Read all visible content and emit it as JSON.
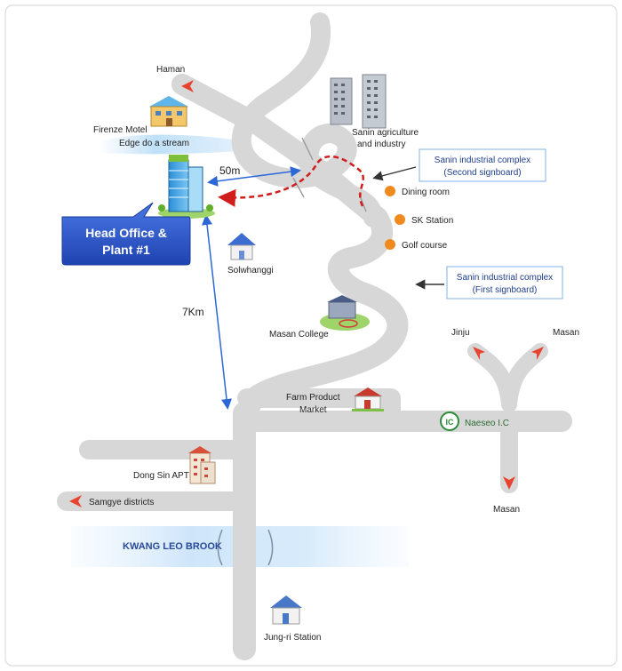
{
  "colors": {
    "road": "#d7d7d7",
    "route": "#d21d1d",
    "distance_line": "#2d66d6",
    "poi_dot": "#f08a1e",
    "head_office_bg": "#2d55c8",
    "interchange": "#2e8b3a",
    "arrow_red": "#e8432e",
    "sign_border": "#7fb3e6"
  },
  "places": {
    "haman": "Haman",
    "firenze_motel": "Firenze Motel",
    "edge_stream": "Edge do a stream",
    "sanin_agri_line1": "Sanin agriculture",
    "sanin_agri_line2": "and industry",
    "solwhanggi": "Solwhanggi",
    "masan_college": "Masan College",
    "farm_market_line1": "Farm Product",
    "farm_market_line2": "Market",
    "jinju": "Jinju",
    "masan_top": "Masan",
    "masan_bottom": "Masan",
    "naeseo_ic": "Naeseo I.C",
    "ic_badge": "IC",
    "dong_sin_apt": "Dong Sin APT",
    "samgye": "Samgye districts",
    "kwang_leo_brook": "KWANG LEO BROOK",
    "jung_ri_station": "Jung-ri Station"
  },
  "head_office": {
    "line1": "Head Office &",
    "line2": "Plant #1"
  },
  "distances": {
    "short": "50m",
    "long": "7Km"
  },
  "signboards": {
    "second": {
      "line1": "Sanin industrial complex",
      "line2": "(Second signboard)"
    },
    "first": {
      "line1": "Sanin industrial complex",
      "line2": "(First signboard)"
    }
  },
  "pois": [
    {
      "label": "Dining room"
    },
    {
      "label": "SK Station"
    },
    {
      "label": "Golf course"
    }
  ],
  "icons": {
    "office_building": "office-building-icon",
    "motel": "motel-building-icon",
    "house": "house-icon",
    "apartment": "apartment-icon",
    "college": "college-campus-icon",
    "market": "market-building-icon",
    "station": "station-building-icon",
    "twin_towers": "twin-towers-icon"
  }
}
